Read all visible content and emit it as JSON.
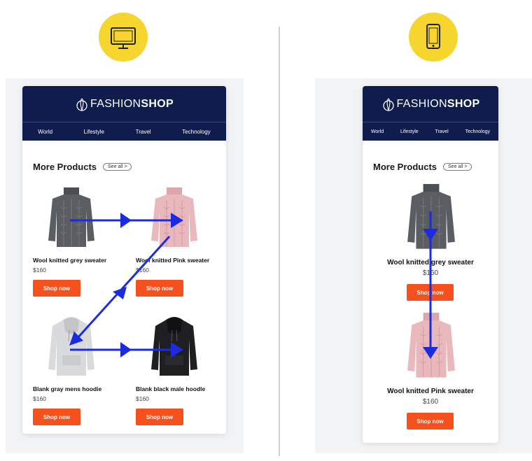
{
  "brand": {
    "logo_light": "FASHION",
    "logo_bold": "SHOP",
    "header_color": "#0f1c4d"
  },
  "nav": [
    "World",
    "Lifestyle",
    "Travel",
    "Technology"
  ],
  "section": {
    "title": "More Products",
    "see_all": "See all >"
  },
  "desktop_products": [
    {
      "name": "Wool knitted grey sweater",
      "price": "$160",
      "button": "Shop now",
      "image": "grey-sweater"
    },
    {
      "name": "Wool knitted Pink sweater",
      "price": "$160",
      "button": "Shop now",
      "image": "pink-sweater"
    },
    {
      "name": "Blank gray mens hoodie",
      "price": "$160",
      "button": "Shop now",
      "image": "gray-hoodie"
    },
    {
      "name": "Blank black male hoodle",
      "price": "$160",
      "button": "Shop now",
      "image": "black-hoodie"
    }
  ],
  "mobile_products": [
    {
      "name": "Wool knitted grey sweater",
      "price": "$160",
      "button": "Shop now",
      "image": "grey-sweater"
    },
    {
      "name": "Wool knitted Pink sweater",
      "price": "$160",
      "button": "Shop now",
      "image": "pink-sweater"
    }
  ],
  "icons": {
    "desktop": "monitor-icon",
    "mobile": "smartphone-icon"
  },
  "colors": {
    "badge": "#f6d62e",
    "button": "#f4511e",
    "arrow": "#1a2be0"
  }
}
